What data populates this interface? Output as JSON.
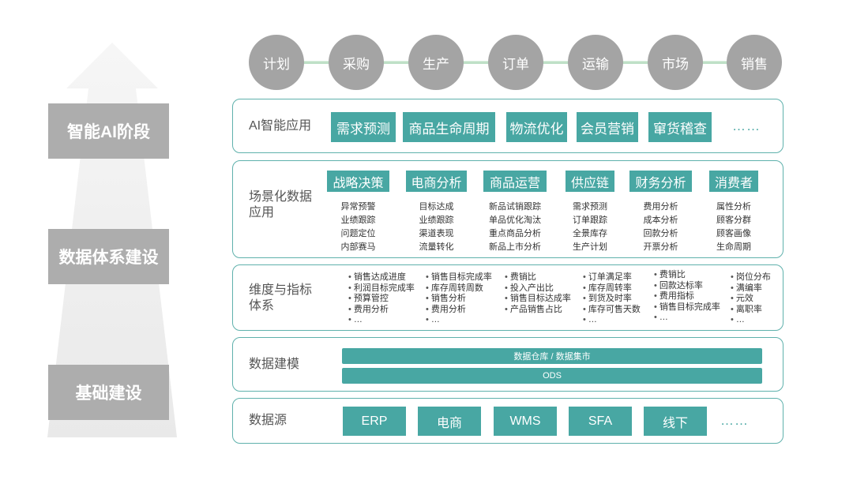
{
  "stages": [
    "智能AI阶段",
    "数据体系建设",
    "基础建设"
  ],
  "flow": [
    "计划",
    "采购",
    "生产",
    "订单",
    "运输",
    "市场",
    "销售"
  ],
  "ai_layer": {
    "title": "AI智能应用",
    "boxes": [
      "需求预测",
      "商品生命周期",
      "物流优化",
      "会员营销",
      "窜货稽查"
    ],
    "more": "……"
  },
  "scene_layer": {
    "title_line1": "场景化数据",
    "title_line2": "应用",
    "groups": [
      {
        "header": "战略决策",
        "items": [
          "异常预警",
          "业绩跟踪",
          "问题定位",
          "内部赛马"
        ]
      },
      {
        "header": "电商分析",
        "items": [
          "目标达成",
          "业绩跟踪",
          "渠道表现",
          "流量转化"
        ]
      },
      {
        "header": "商品运营",
        "items": [
          "新品试销跟踪",
          "单品优化淘汰",
          "重点商品分析",
          "新品上市分析"
        ]
      },
      {
        "header": "供应链",
        "items": [
          "需求预测",
          "订单跟踪",
          "全景库存",
          "生产计划"
        ]
      },
      {
        "header": "财务分析",
        "items": [
          "费用分析",
          "成本分析",
          "回款分析",
          "开票分析"
        ]
      },
      {
        "header": "消费者",
        "items": [
          "属性分析",
          "顾客分群",
          "顾客画像",
          "生命周期"
        ]
      }
    ]
  },
  "metrics_layer": {
    "title_line1": "维度与指标",
    "title_line2": "体系",
    "columns": [
      [
        "销售达成进度",
        "利润目标完成率",
        "预算管控",
        "费用分析",
        "…"
      ],
      [
        "销售目标完成率",
        "库存周转周数",
        "销售分析",
        "费用分析",
        "…"
      ],
      [
        "费销比",
        "投入产出比",
        "销售目标达成率",
        "产品销售占比"
      ],
      [
        "订单满足率",
        "库存周转率",
        "到货及时率",
        "库存可售天数",
        "…"
      ],
      [
        "费销比",
        "回款达标率",
        "费用指标",
        "销售目标完成率",
        "…"
      ],
      [
        "岗位分布",
        "满编率",
        "元效",
        "离职率",
        "…"
      ]
    ]
  },
  "modeling_layer": {
    "title": "数据建模",
    "bars": [
      "数据仓库 / 数据集市",
      "ODS"
    ]
  },
  "source_layer": {
    "title": "数据源",
    "boxes": [
      "ERP",
      "电商",
      "WMS",
      "SFA",
      "线下"
    ],
    "more": "……"
  },
  "colors": {
    "teal": "#48a7a3",
    "border": "#5fb1ac",
    "gray": "#adadad",
    "flow_line": "#bfe0c7"
  }
}
